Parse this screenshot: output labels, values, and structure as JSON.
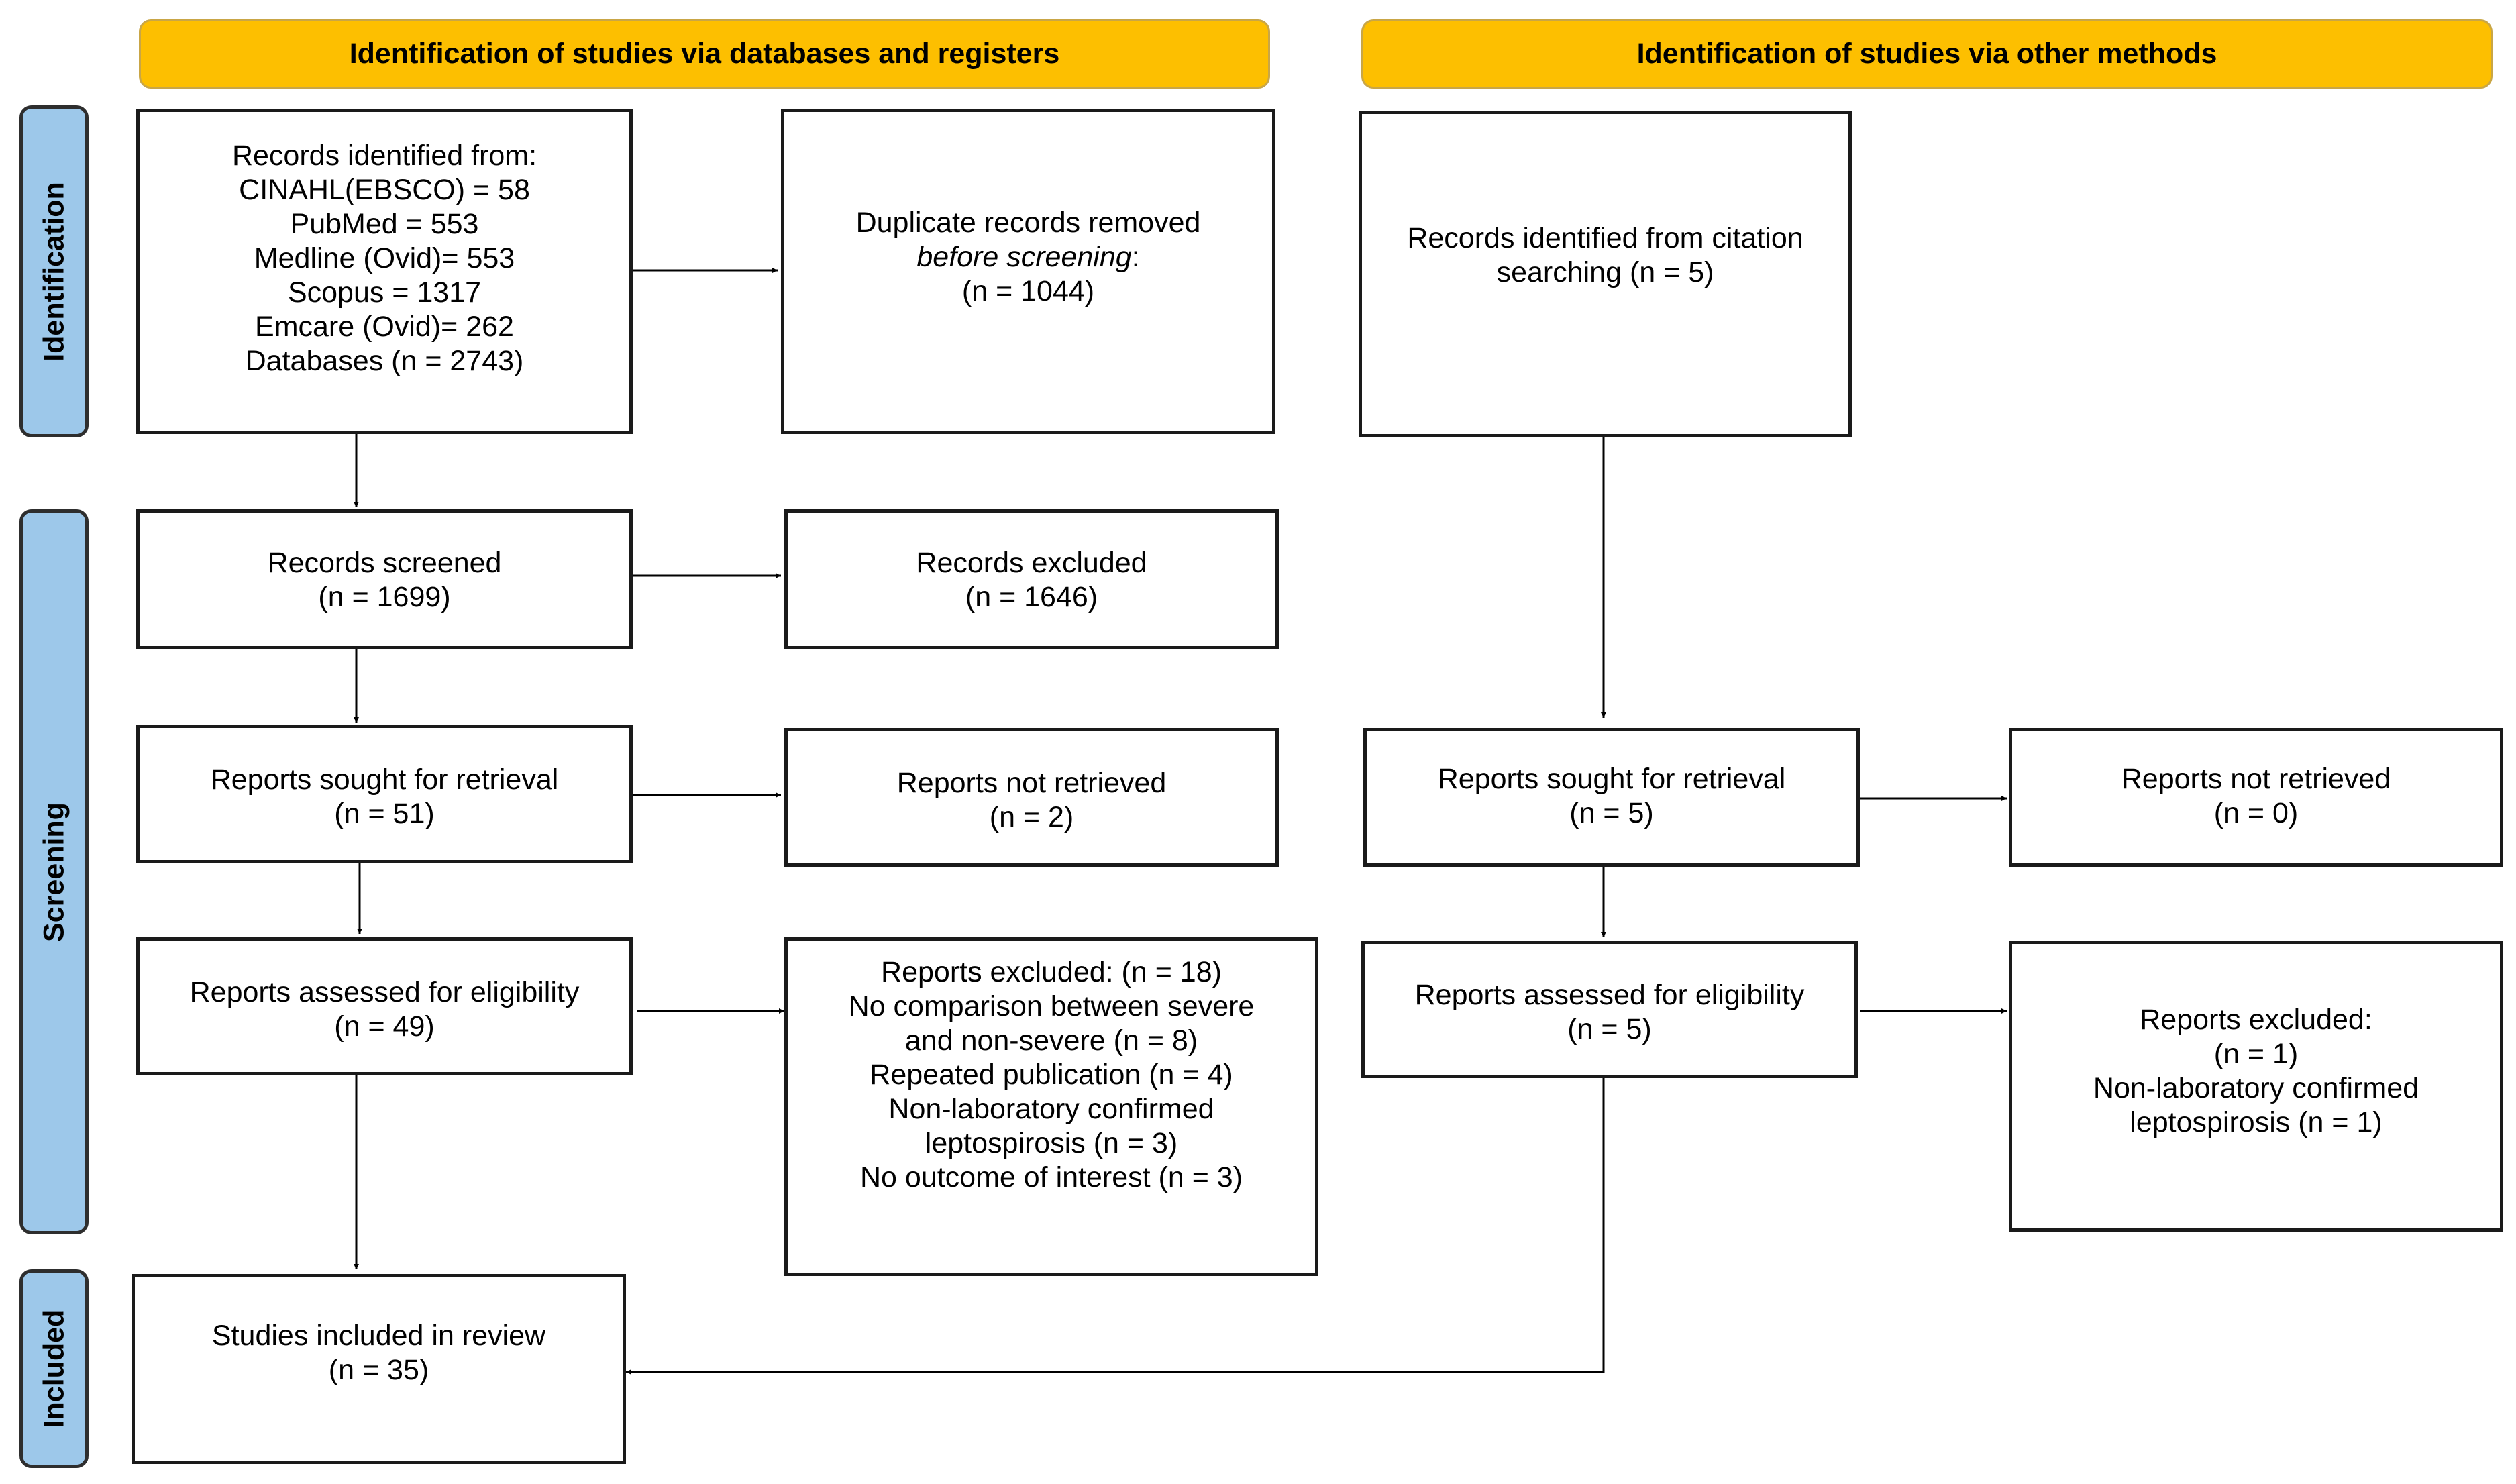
{
  "headers": {
    "databases": "Identification of studies via databases and registers",
    "other": "Identification of studies via other methods"
  },
  "phases": {
    "identification": "Identification",
    "screening": "Screening",
    "included": "Included"
  },
  "boxes": {
    "records_identified": {
      "lines": [
        "Records identified from:",
        "CINAHL(EBSCO) = 58",
        "PubMed = 553",
        "Medline (Ovid)= 553",
        "Scopus = 1317",
        "Emcare (Ovid)= 262",
        "Databases (n = 2743)"
      ]
    },
    "duplicates_removed": {
      "line1": "Duplicate records removed",
      "line2": "before screening",
      "line2_suffix": ":",
      "line3": "(n = 1044)"
    },
    "citation_records": {
      "lines": [
        "Records identified from citation",
        "searching (n = 5)"
      ]
    },
    "records_screened": {
      "lines": [
        "Records screened",
        "(n = 1699)"
      ]
    },
    "records_excluded": {
      "lines": [
        "Records excluded",
        "(n = 1646)"
      ]
    },
    "reports_sought_db": {
      "lines": [
        "Reports sought for retrieval",
        "(n = 51)"
      ]
    },
    "reports_not_retrieved_db": {
      "lines": [
        "Reports not retrieved",
        "(n = 2)"
      ]
    },
    "reports_sought_other": {
      "lines": [
        "Reports sought for retrieval",
        "(n = 5)"
      ]
    },
    "reports_not_retrieved_other": {
      "lines": [
        "Reports not retrieved",
        "(n = 0)"
      ]
    },
    "reports_assessed_db": {
      "lines": [
        "Reports assessed for eligibility",
        "(n = 49)"
      ]
    },
    "reports_excluded_db": {
      "lines": [
        "Reports excluded: (n = 18)",
        "No comparison between severe",
        "and non-severe (n = 8)",
        "Repeated publication (n = 4)",
        "Non-laboratory confirmed",
        "leptospirosis (n = 3)",
        "No outcome of interest (n = 3)"
      ]
    },
    "reports_assessed_other": {
      "lines": [
        "Reports assessed for eligibility",
        "(n = 5)"
      ]
    },
    "reports_excluded_other": {
      "lines": [
        "Reports excluded:",
        "(n = 1)",
        "Non-laboratory confirmed",
        "leptospirosis (n = 1)"
      ]
    },
    "studies_included": {
      "lines": [
        "Studies included in review",
        "(n = 35)"
      ]
    }
  }
}
